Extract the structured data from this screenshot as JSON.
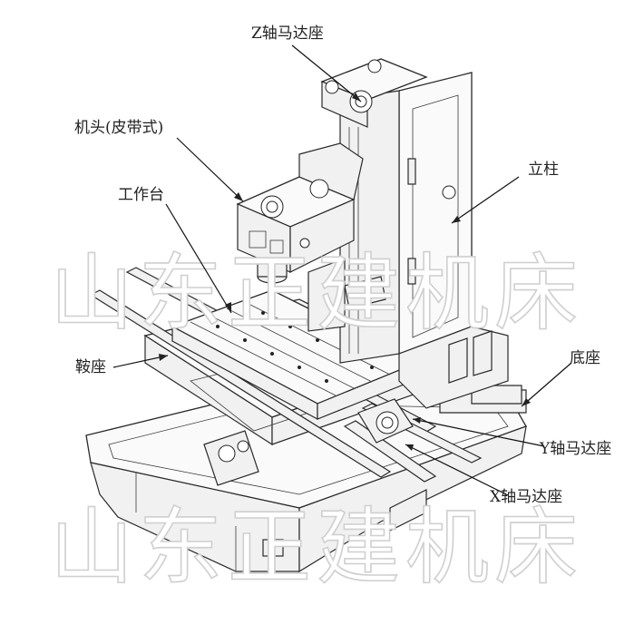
{
  "labels": {
    "z_motor_seat": "Z轴马达座",
    "spindle_head": "机头(皮带式)",
    "worktable": "工作台",
    "column": "立柱",
    "saddle": "鞍座",
    "base": "底座",
    "y_motor_seat": "Y轴马达座",
    "x_motor_seat": "X轴马达座"
  },
  "watermark": {
    "text_top": "山东正建机床",
    "text_bottom": "山东正建机床"
  },
  "colors": {
    "line": "#2a2a2a",
    "watermark_stroke": "#cfcfcf",
    "background": "#ffffff"
  }
}
